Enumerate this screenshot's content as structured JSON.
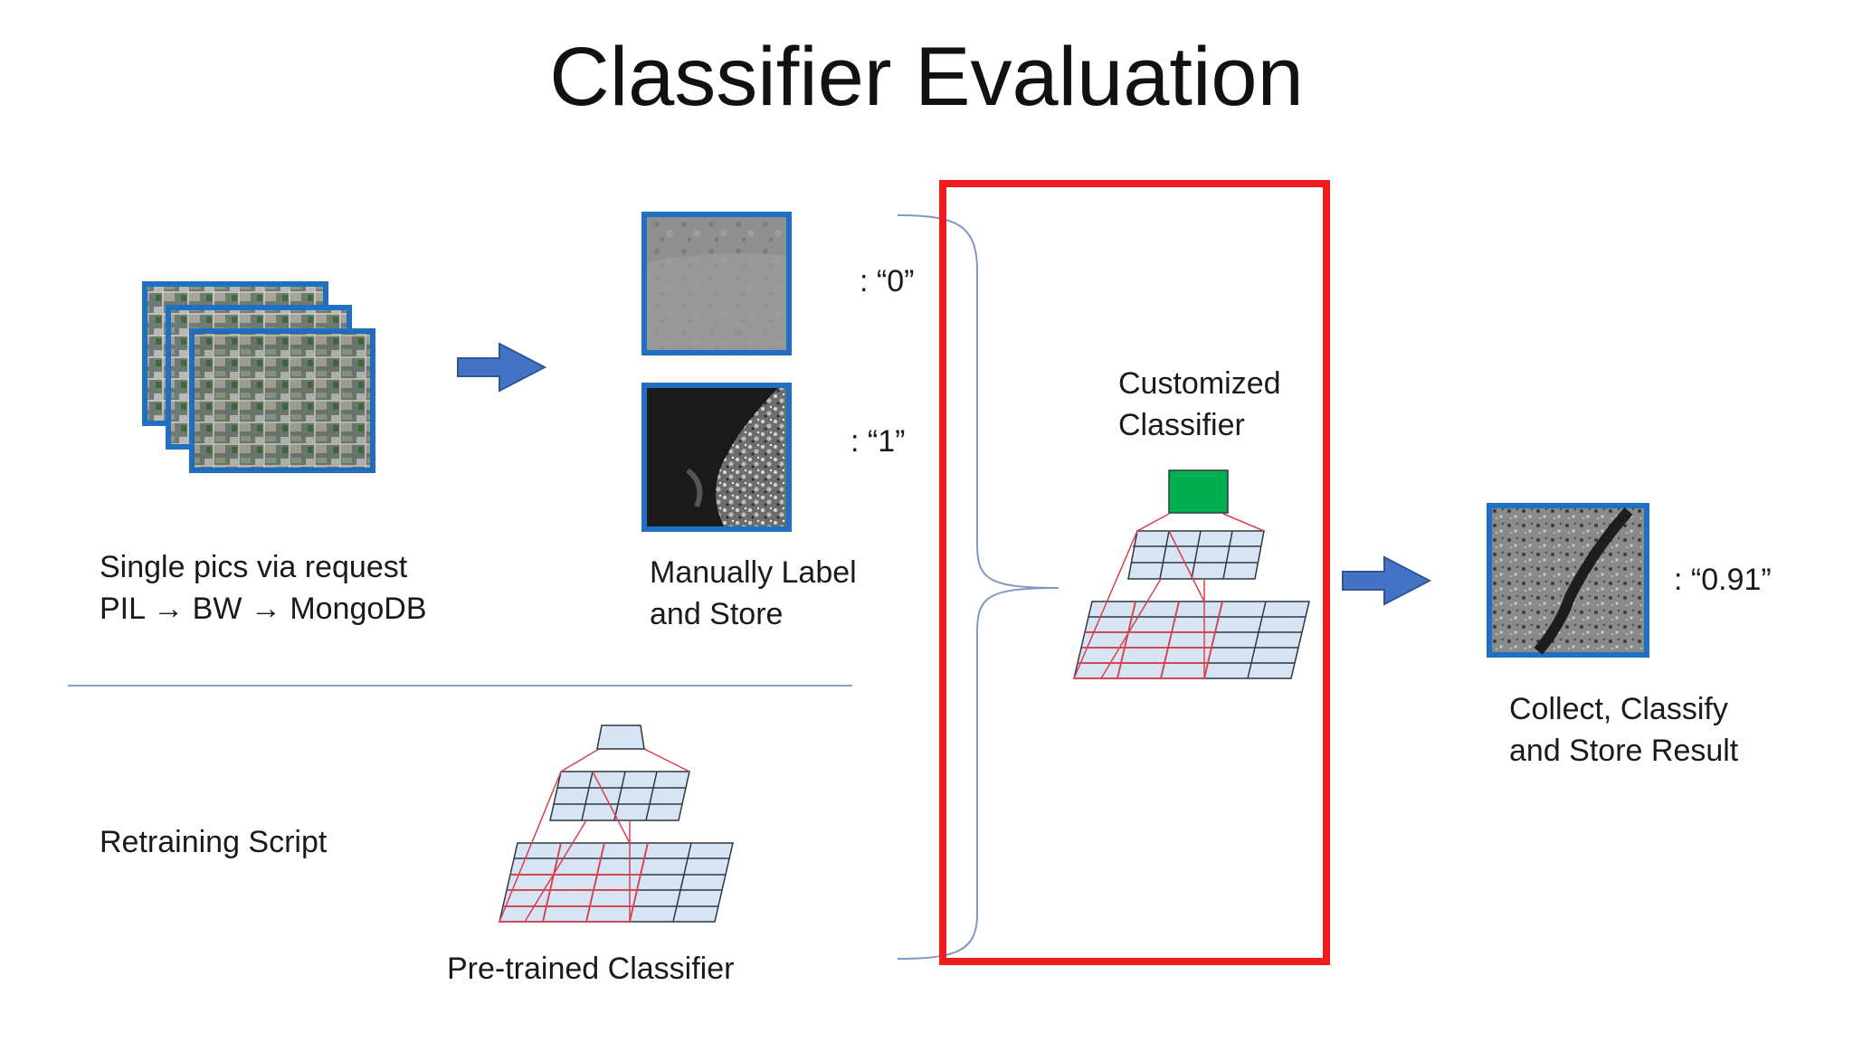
{
  "title": "Classifier Evaluation",
  "labels": {
    "single_pics_line1": "Single pics via request",
    "single_pics_line2": "PIL → BW → MongoDB",
    "manual_label_line1": "Manually Label",
    "manual_label_line2": "and Store",
    "label_zero": ":  “0”",
    "label_one": ":  “1”",
    "customized_line1": "Customized",
    "customized_line2": "Classifier",
    "result_value": ":  “0.91”",
    "collect_line1": "Collect, Classify",
    "collect_line2": "and Store Result",
    "retraining": "Retraining Script",
    "pretrained": "Pre-trained Classifier"
  },
  "colors": {
    "accent_blue": "#4472c4",
    "frame_blue": "#1f6fc2",
    "highlight_red": "#ee1c1c",
    "net_fill": "#d6e4f4",
    "net_line": "#2f3640",
    "net_red": "#d9404e",
    "output_green": "#00b050"
  }
}
